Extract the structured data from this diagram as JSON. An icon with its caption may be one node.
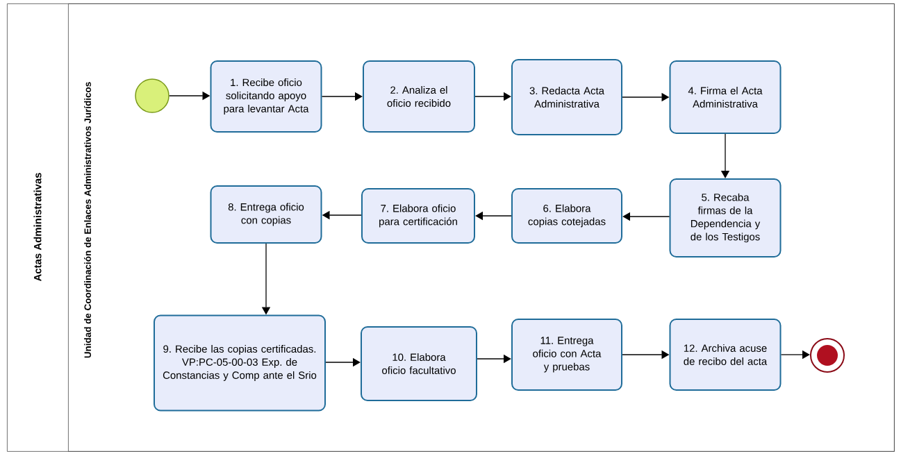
{
  "diagram": {
    "nodes": [
      {
        "text": [
          "Actas Administrativas"
        ]
      },
      {
        "text": [
          "Unidad de Coordinación de Enlaces Administrativos Jurídicos"
        ],
        "in": 0
      },
      {
        "text": [],
        "shape": "circle",
        "in": 1
      },
      {
        "text": [
          "1. Recibe oficio solicitando apoyo para levantar Acta"
        ],
        "in": 1
      },
      {
        "text": [
          "2.  Analiza el oficio recibido"
        ],
        "in": 1
      },
      {
        "text": [
          "3. Redacta Acta Administrativa"
        ],
        "in": 1
      },
      {
        "text": [
          "4. Firma el Acta Administrativa"
        ],
        "in": 1
      },
      {
        "text": [
          "5. Recaba firmas de la Dependencia y de los Testigos"
        ],
        "in": 1
      },
      {
        "text": [
          "6. Elabora copias cotejadas"
        ],
        "in": 1
      },
      {
        "text": [
          "7. Elabora oficio para certificación"
        ],
        "in": 1
      },
      {
        "text": [
          "8. Entrega oficio con copias"
        ],
        "in": 1
      },
      {
        "text": [
          "9. Recibe las copias certificadas. VP:PC-05-00-03 Exp. de Constancias y Comp ante el Srio"
        ],
        "in": 1
      },
      {
        "text": [
          "10. Elabora oficio facultativo"
        ],
        "in": 1
      },
      {
        "text": [
          "11. Entrega oficio con Acta y pruebas"
        ],
        "in": 1
      },
      {
        "text": [
          "12. Archiva acuse de recibo del acta"
        ],
        "in": 1
      },
      {
        "text": [],
        "shape": "circle",
        "in": 1
      }
    ],
    "edges": [
      {
        "from": 2,
        "to": 3,
        "arrow": "to"
      },
      {
        "from": 3,
        "to": 4,
        "arrow": "to"
      },
      {
        "from": 4,
        "to": 5,
        "arrow": "to"
      },
      {
        "from": 5,
        "to": 6,
        "arrow": "to"
      },
      {
        "from": 6,
        "to": 7,
        "arrow": "to"
      },
      {
        "from": 7,
        "to": 8,
        "arrow": "to"
      },
      {
        "from": 8,
        "to": 9,
        "arrow": "to"
      },
      {
        "from": 9,
        "to": 10,
        "arrow": "to"
      },
      {
        "from": 10,
        "to": 11,
        "arrow": "to"
      },
      {
        "from": 11,
        "to": 12,
        "arrow": "to"
      },
      {
        "from": 12,
        "to": 13,
        "arrow": "to"
      },
      {
        "from": 13,
        "to": 14,
        "arrow": "to"
      },
      {
        "from": 14,
        "to": 15,
        "arrow": "to"
      }
    ]
  }
}
